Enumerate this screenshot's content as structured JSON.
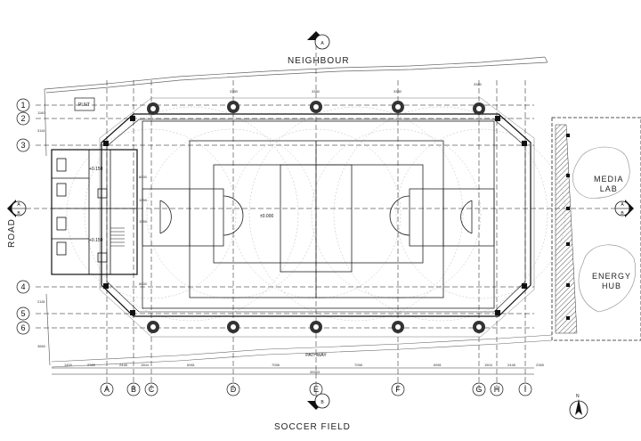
{
  "labels": {
    "north_neighbour": "NEIGHBOUR",
    "south_field": "SOCCER FIELD",
    "west_road": "ROAD",
    "media_lab": [
      "MEDIA",
      "LAB"
    ],
    "energy_hub": [
      "ENERGY",
      "HUB"
    ],
    "pathway": "PATHWAY",
    "north_arrow": "N"
  },
  "level_marks": {
    "court": "±0.000",
    "room_upper": "+0.150",
    "room_lower": "+0.150"
  },
  "grid_columns": [
    "A",
    "B",
    "C",
    "D",
    "E",
    "F",
    "G",
    "H",
    "I"
  ],
  "grid_rows": [
    "1",
    "2",
    "3",
    "4",
    "5",
    "6"
  ],
  "section_tags": [
    {
      "letter": "A",
      "sheet": "A1.00"
    },
    {
      "letter": "B",
      "sheet": "A1.00"
    }
  ],
  "dimensions_bottom": [
    "1400",
    "2365",
    "2448",
    "1504",
    "6981",
    "7058",
    "7058",
    "6981",
    "1504",
    "2448",
    "2365"
  ],
  "dimension_total": "35963",
  "dimensions_top": [
    "3380",
    "3380",
    "3380",
    "3380"
  ],
  "dimensions_left": [
    "1160",
    "3161",
    "8000",
    "1555",
    "1555",
    "8000",
    "2181",
    "3660"
  ],
  "colors": {
    "line": "#111111",
    "grey_line": "#888888",
    "dashed": "#9a9a9a",
    "hatch": "#555555"
  }
}
